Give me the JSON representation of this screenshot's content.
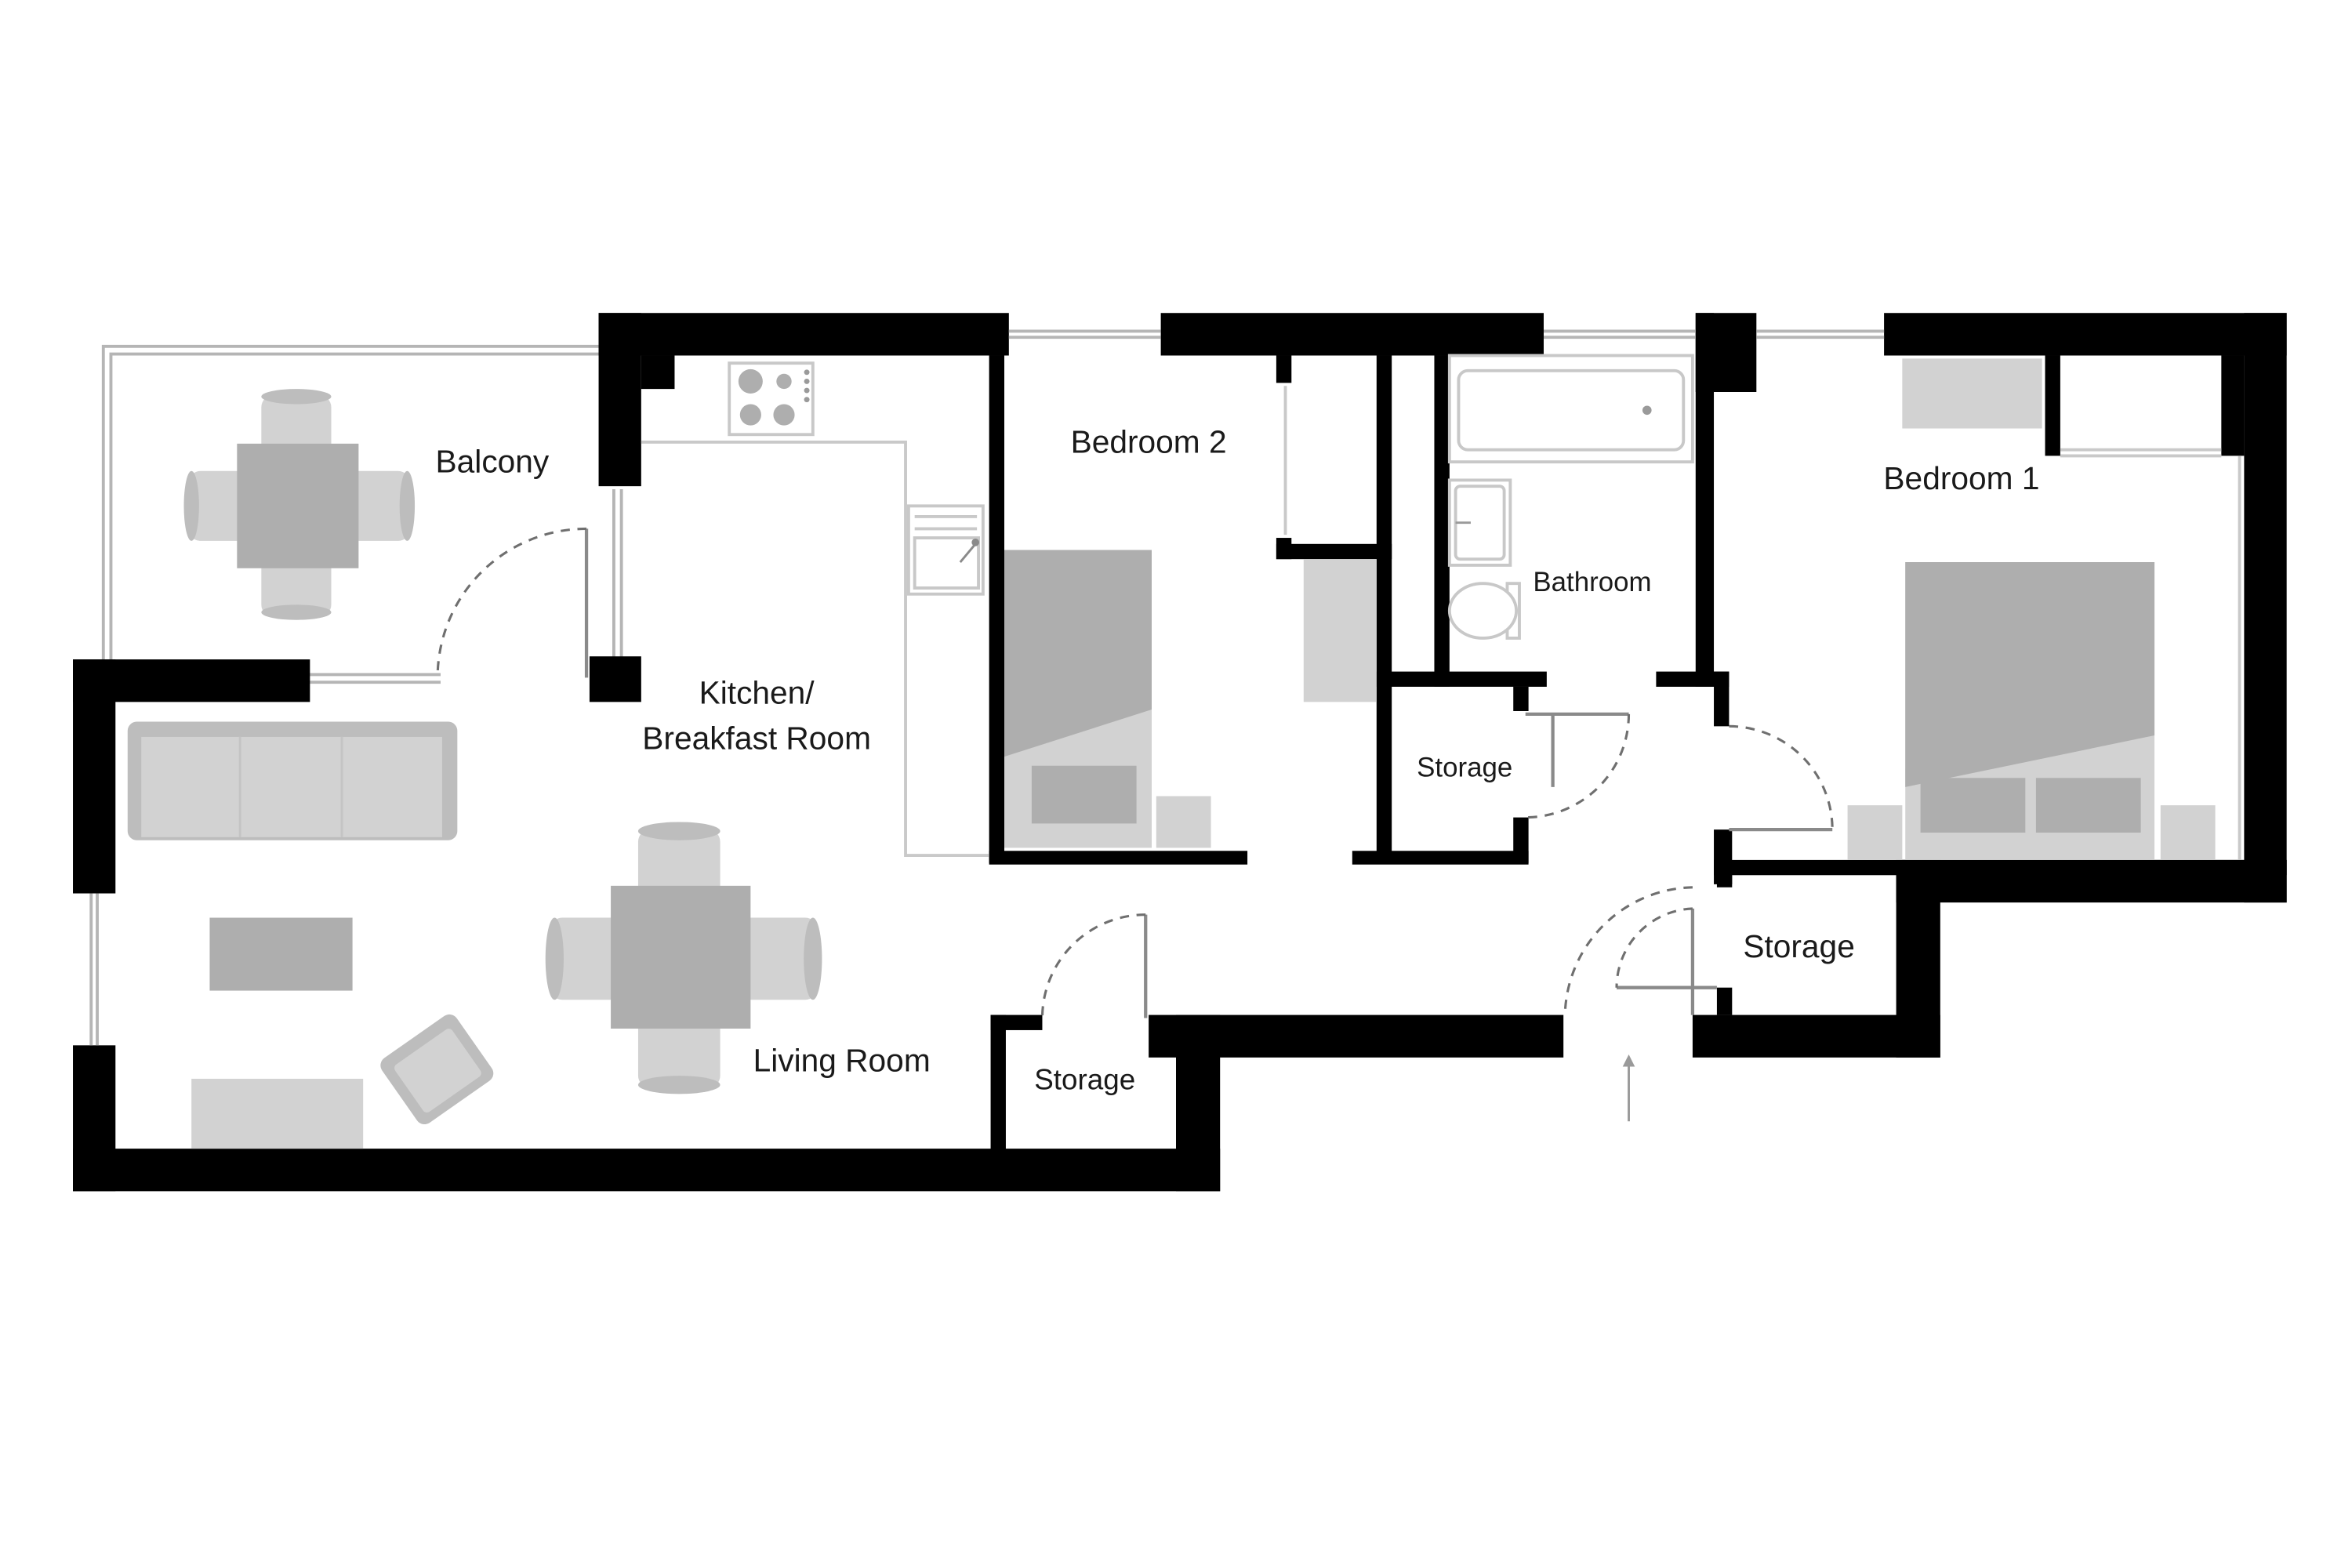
{
  "rooms": {
    "balcony": "Balcony",
    "kitchen_line1": "Kitchen/",
    "kitchen_line2": "Breakfast Room",
    "bedroom2": "Bedroom 2",
    "bathroom": "Bathroom",
    "bedroom1": "Bedroom 1",
    "storage_bath": "Storage",
    "storage_right": "Storage",
    "storage_living": "Storage",
    "living_room": "Living Room"
  },
  "icons": {
    "entrance": "entrance-arrow-icon",
    "door": "door-swing-icon",
    "hob": "hob-icon",
    "sink": "sink-icon",
    "bath": "bathtub-icon",
    "toilet": "toilet-icon"
  },
  "colors": {
    "wall": "#000000",
    "furniture_dark": "#aeaeae",
    "furniture_light": "#d2d2d2",
    "background": "#ffffff"
  }
}
